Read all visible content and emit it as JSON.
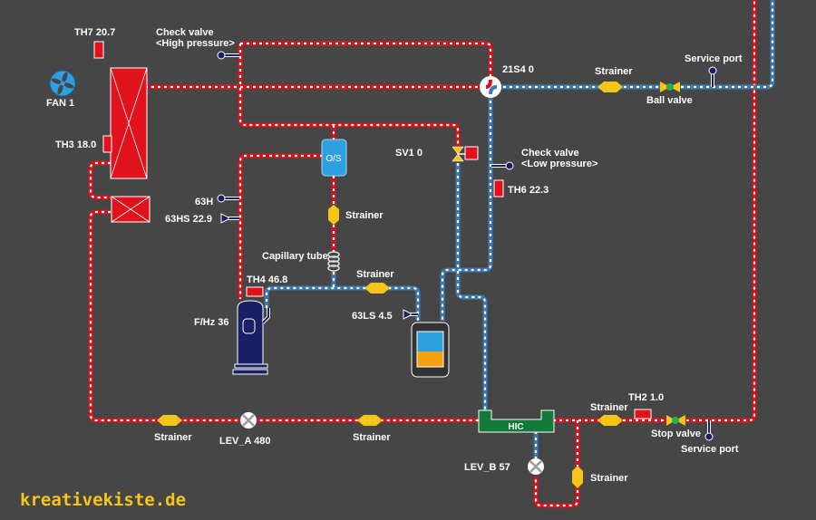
{
  "diagram": {
    "title": "Refrigerant circuit monitor",
    "colors": {
      "background": "#464646",
      "hot_pipe": "#d9111b",
      "cold_pipe": "#3c78b4",
      "strainer": "#f5c518",
      "hic": "#137a3a",
      "os": "#2ea0e0",
      "compressor": "#1a2066"
    },
    "brand": "kreativekiste.de",
    "fan": {
      "label": "FAN 1"
    },
    "sensors": {
      "th7": "TH7  20.7",
      "th3": "TH3  18.0",
      "th6": "TH6  22.3",
      "th4": "TH4  46.8",
      "th2": "TH2   1.0",
      "h63": "63H",
      "hs63": "63HS  22.9",
      "ls63": "63LS   4.5"
    },
    "valves": {
      "check_high_1": "Check valve",
      "check_high_2": "<High pressure>",
      "check_low_1": "Check valve",
      "check_low_2": "<Low pressure>",
      "s21s4": "21S4 0",
      "sv1": "SV1 0",
      "ball_valve": "Ball valve",
      "stop_valve": "Stop valve",
      "lev_a": "LEV_A  480",
      "lev_b": "LEV_B   57"
    },
    "components": {
      "os": "O/S",
      "hic": "HIC",
      "capillary": "Capillary tube",
      "compressor_freq": "F/Hz 36",
      "service_port_top": "Service port",
      "service_port_bottom": "Service port"
    },
    "strainers": [
      "Strainer",
      "Strainer",
      "Strainer",
      "Strainer",
      "Strainer",
      "Strainer",
      "Strainer"
    ]
  }
}
